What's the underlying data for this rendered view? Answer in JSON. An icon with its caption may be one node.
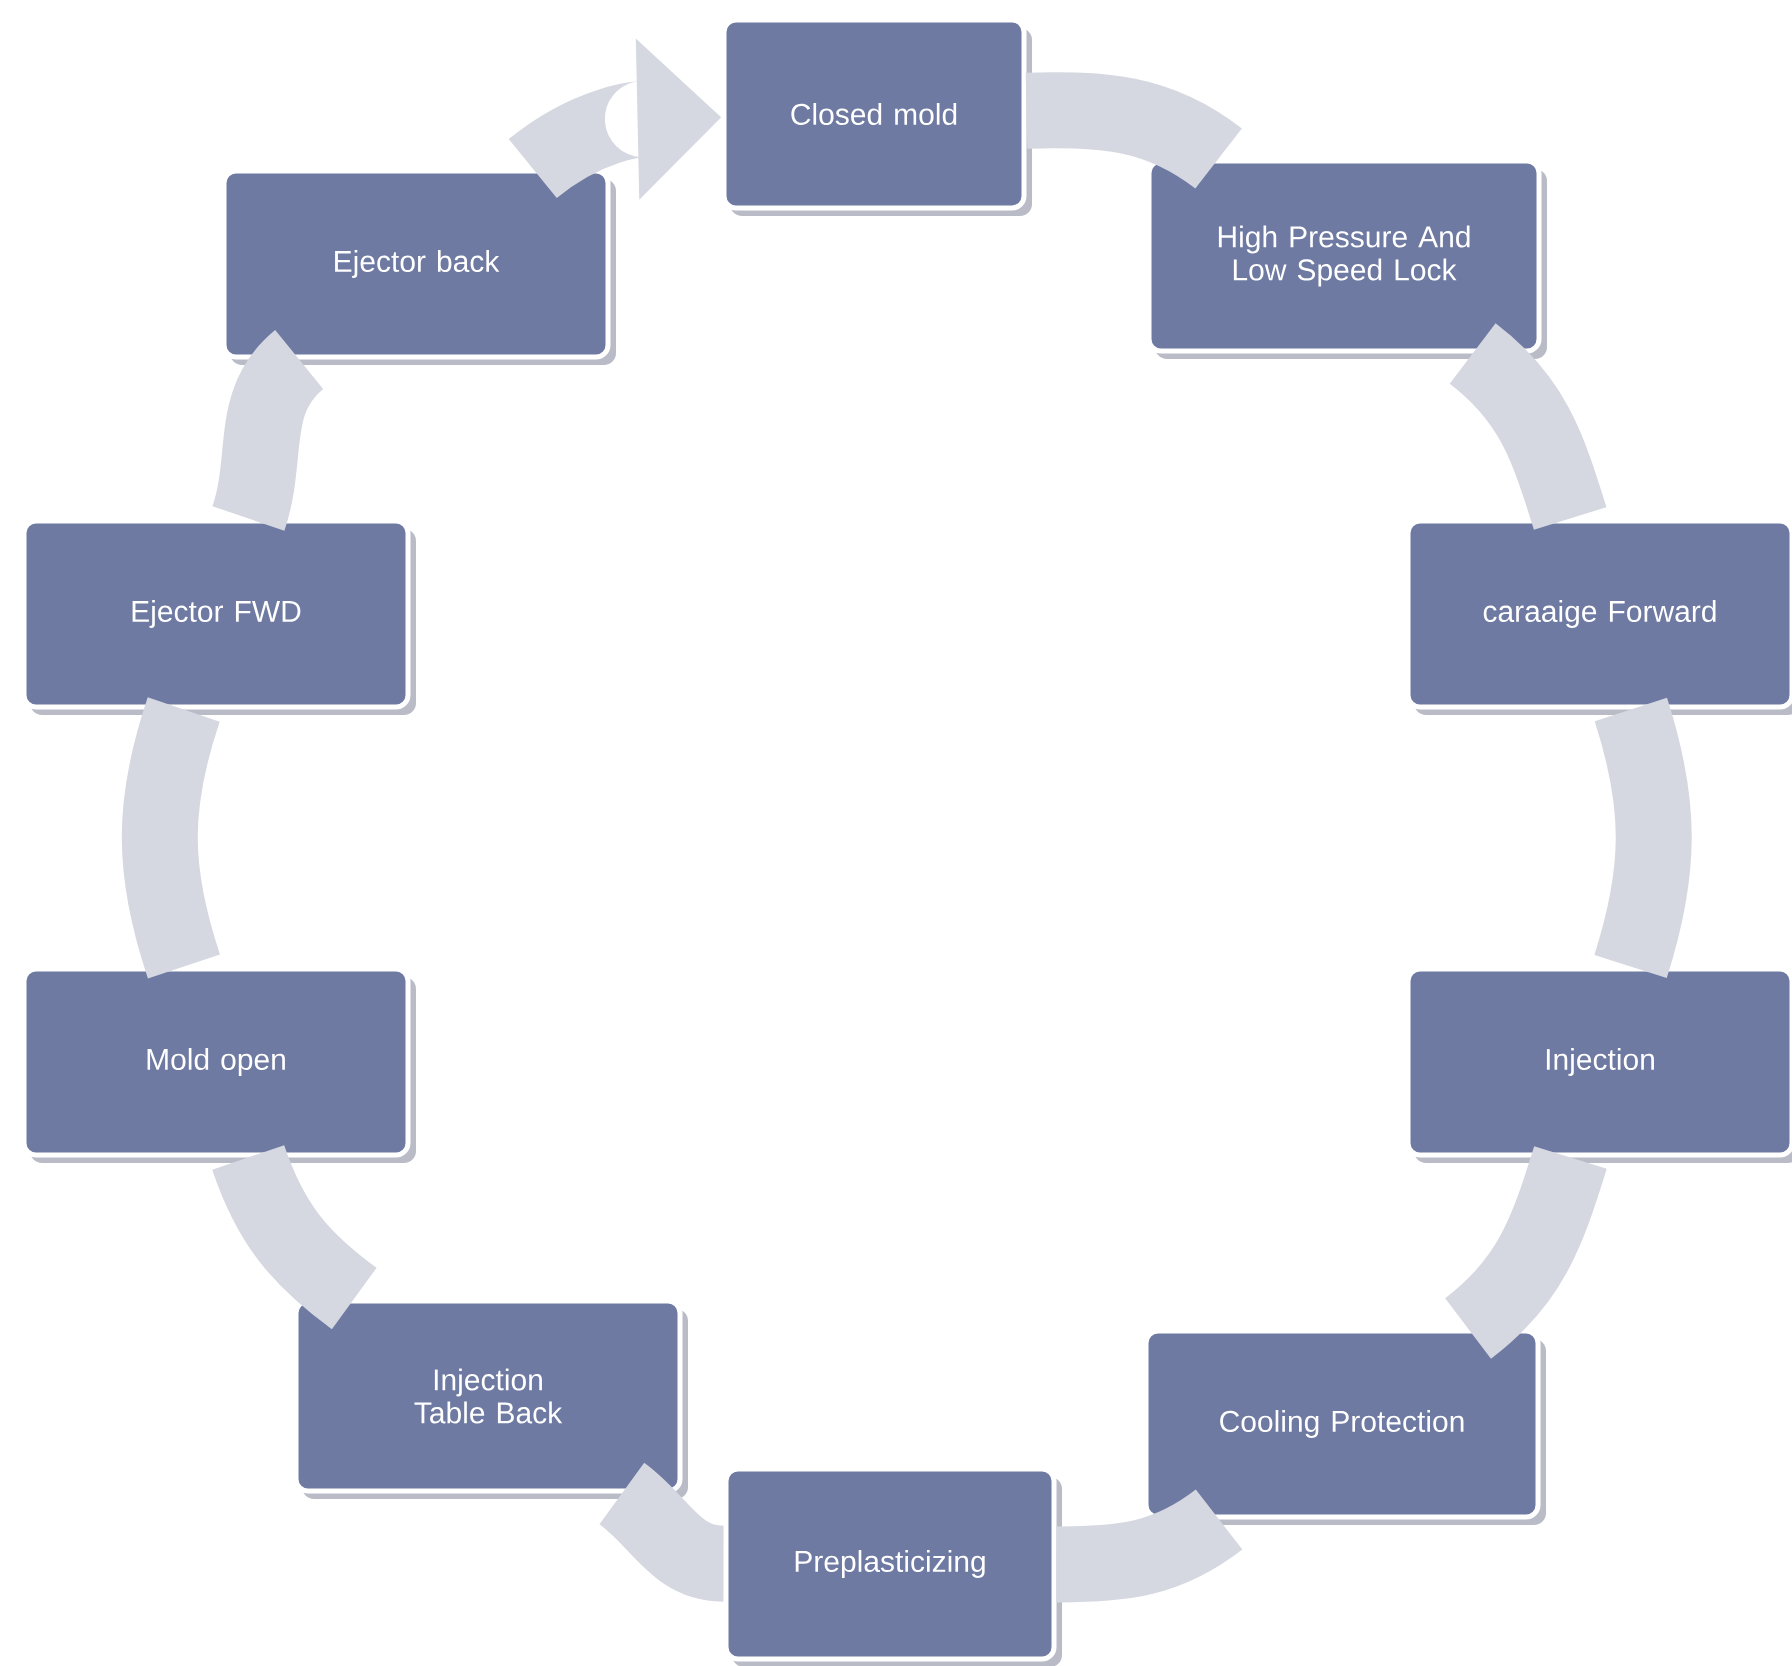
{
  "diagram": {
    "nodes": [
      {
        "text": [
          "Closed  mold"
        ]
      },
      {
        "text": [
          "High Pressure And Low Speed Lock"
        ]
      },
      {
        "text": [
          "caraaige Forward"
        ]
      },
      {
        "text": [
          "Injection"
        ]
      },
      {
        "text": [
          "Cooling Protection"
        ]
      },
      {
        "text": [
          "Preplasticizing"
        ]
      },
      {
        "text": [
          "Injection Table Back"
        ]
      },
      {
        "text": [
          "Mold open"
        ]
      },
      {
        "text": [
          "Ejector FWD"
        ]
      },
      {
        "text": [
          "Ejector back"
        ]
      }
    ],
    "edges": [
      {
        "from": 0,
        "to": 1,
        "arrow": "none"
      },
      {
        "from": 1,
        "to": 2,
        "arrow": "none"
      },
      {
        "from": 2,
        "to": 3,
        "arrow": "none"
      },
      {
        "from": 3,
        "to": 4,
        "arrow": "none"
      },
      {
        "from": 4,
        "to": 5,
        "arrow": "none"
      },
      {
        "from": 5,
        "to": 6,
        "arrow": "none"
      },
      {
        "from": 6,
        "to": 7,
        "arrow": "none"
      },
      {
        "from": 7,
        "to": 8,
        "arrow": "none"
      },
      {
        "from": 8,
        "to": 9,
        "arrow": "none"
      },
      {
        "from": 9,
        "to": 0,
        "arrow": "to"
      }
    ]
  }
}
